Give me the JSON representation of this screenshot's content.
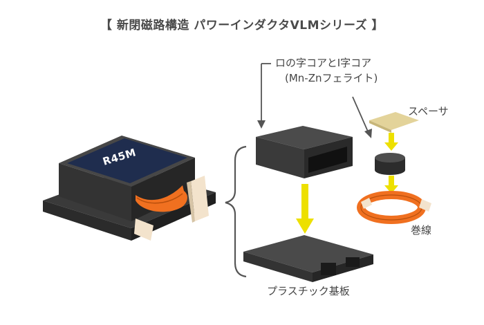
{
  "title": "【 新閉磁路構造 パワーインダクタVLMシリーズ 】",
  "product_marking": "R45M",
  "labels": {
    "core_line1": "ロの字コアとI字コア",
    "core_line2": "(Mn-Znフェライト)",
    "spacer": "スペーサ",
    "coil": "巻線",
    "base": "プラスチック基板"
  },
  "colors": {
    "core": "#3c3c3c",
    "top_plate": "#1f2d4e",
    "coil": "#f07020",
    "terminal": "#f3e3cc",
    "arrow": "#ede000",
    "spacer": "#e3d39a"
  }
}
